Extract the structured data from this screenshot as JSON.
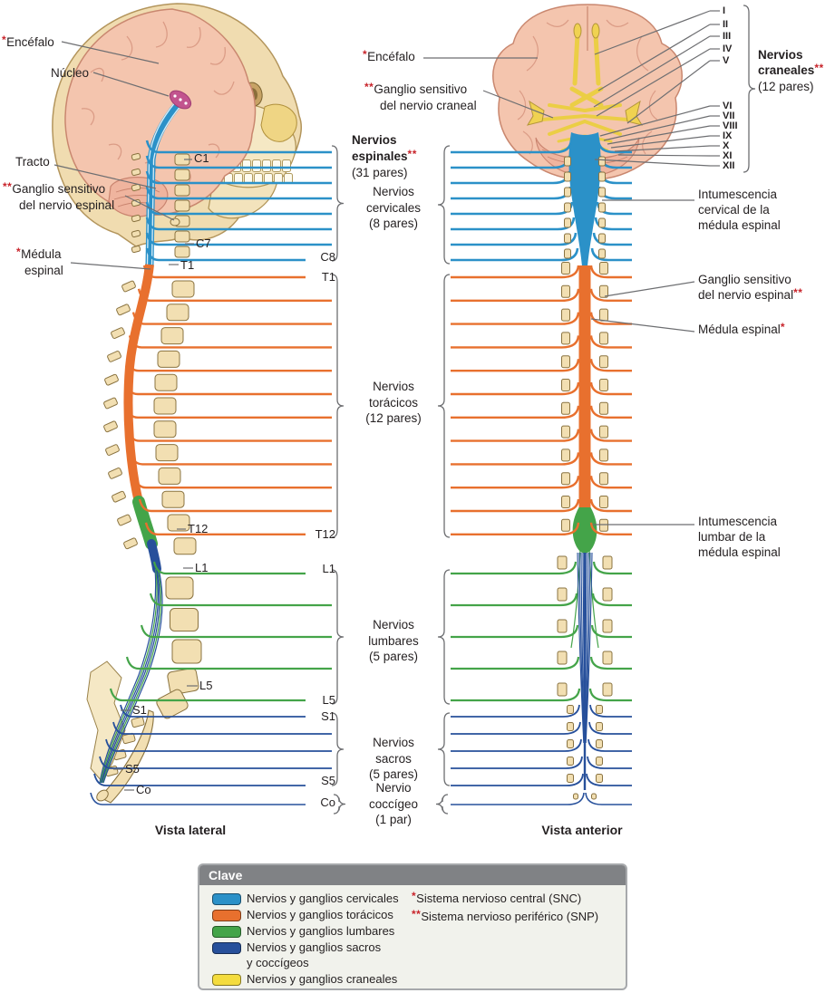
{
  "lateral_view": {
    "caption": "Vista lateral",
    "labels": {
      "encefalo": {
        "star": "*",
        "text": "Encéfalo"
      },
      "nucleo": {
        "text": "Núcleo"
      },
      "tracto": {
        "text": "Tracto"
      },
      "ganglio_espinal": {
        "star": "**",
        "line1": "Ganglio sensitivo",
        "line2": "del nervio espinal"
      },
      "medula_espinal": {
        "star": "*",
        "line1": "Médula",
        "line2": "espinal"
      }
    },
    "vertebra_levels": {
      "c1": "C1",
      "c7": "C7",
      "t1": "T1",
      "t12": "T12",
      "l1": "L1",
      "l5": "L5",
      "s1": "S1",
      "s5": "S5",
      "co": "Co"
    }
  },
  "anterior_view": {
    "caption": "Vista anterior",
    "labels": {
      "encefalo": {
        "star": "*",
        "text": "Encéfalo"
      },
      "ganglio_craneal": {
        "star": "**",
        "line1": "Ganglio sensitivo",
        "line2": "del nervio craneal"
      },
      "intumescencia_cervical": {
        "line1": "Intumescencia",
        "line2": "cervical de la",
        "line3": "médula espinal"
      },
      "ganglio_espinal": {
        "line1": "Ganglio sensitivo",
        "line2": "del nervio espinal",
        "star": "**"
      },
      "medula_espinal": {
        "text": "Médula espinal",
        "star": "*"
      },
      "intumescencia_lumbar": {
        "line1": "Intumescencia",
        "line2": "lumbar de la",
        "line3": "médula espinal"
      }
    },
    "cranial_numerals": [
      "I",
      "II",
      "III",
      "IV",
      "V",
      "VI",
      "VII",
      "VIII",
      "IX",
      "X",
      "XI",
      "XII"
    ]
  },
  "nerve_panel": {
    "espinales": {
      "line1": "Nervios",
      "line2": "espinales",
      "star": "**",
      "count": "(31 pares)"
    },
    "cervicales": {
      "line1": "Nervios",
      "line2": "cervicales",
      "count": "(8 pares)"
    },
    "toracicos": {
      "line1": "Nervios",
      "line2": "torácicos",
      "count": "(12 pares)"
    },
    "lumbares": {
      "line1": "Nervios",
      "line2": "lumbares",
      "count": "(5 pares)"
    },
    "sacros": {
      "line1": "Nervios",
      "line2": "sacros",
      "count": "(5 pares)"
    },
    "coccigeo": {
      "line1": "Nervio",
      "line2": "coccígeo",
      "count": "(1 par)"
    },
    "craneales": {
      "line1": "Nervios",
      "line2": "craneales",
      "star": "**",
      "count": "(12 pares)"
    }
  },
  "mid_levels": {
    "c8": "C8",
    "t1": "T1",
    "t12": "T12",
    "l1": "L1",
    "l5": "L5",
    "s1": "S1",
    "s5": "S5",
    "co": "Co"
  },
  "legend": {
    "header": "Clave",
    "items": [
      {
        "label": "Nervios y ganglios cervicales",
        "color": "#2B91C8"
      },
      {
        "label": "Nervios y ganglios torácicos",
        "color": "#E8702E"
      },
      {
        "label": "Nervios y ganglios lumbares",
        "color": "#44A449"
      },
      {
        "label": "Nervios y ganglios sacros",
        "label2": "y coccígeos",
        "color": "#27509B"
      },
      {
        "label": "Nervios y ganglios craneales",
        "color": "#F4DC3E"
      }
    ],
    "notes": [
      {
        "star": "*",
        "text": "Sistema nervioso central (SNC)"
      },
      {
        "star": "**",
        "text": "Sistema nervioso periférico (SNP)"
      }
    ]
  },
  "nerves": {
    "cervical": {
      "count": 8,
      "color": "#2B91C8"
    },
    "thoracic": {
      "count": 12,
      "color": "#E8702E"
    },
    "lumbar": {
      "count": 5,
      "color": "#44A449"
    },
    "sacral": {
      "count": 5,
      "color": "#27509B"
    },
    "coccygeal": {
      "count": 1,
      "color": "#27509B"
    },
    "cranial_color": "#F0D251"
  },
  "colors": {
    "snc_star": "#C8242B",
    "leader_gray": "#6D6E71",
    "bone": "#F2DFB2",
    "brain": "#F4C5AE"
  }
}
